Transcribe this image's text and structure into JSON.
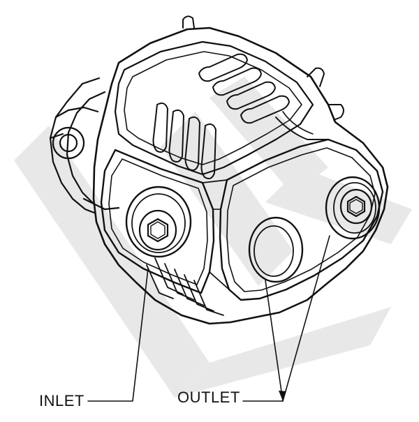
{
  "labels": {
    "inlet": "INLET",
    "outlet": "OUTLET"
  },
  "colors": {
    "line": "#111111",
    "watermark": "#e6e6e6",
    "background": "#ffffff"
  },
  "icons": {
    "watermark": "lk-watermark-logo",
    "fastener": "hex-socket-bolt-icon"
  }
}
